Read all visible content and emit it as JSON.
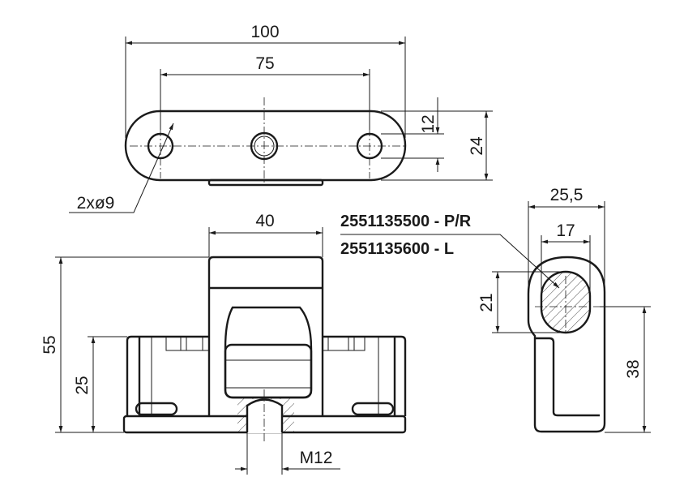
{
  "drawing": {
    "top_view": {
      "dim_overall_length": "100",
      "dim_hole_spacing": "75",
      "dim_slot_height": "12",
      "dim_width": "24",
      "hole_callout": "2xø9"
    },
    "front_view": {
      "dim_body_width": "40",
      "dim_height": "55",
      "dim_base_height": "25",
      "thread": "M12"
    },
    "side_view": {
      "dim_width": "25,5",
      "dim_bore": "17",
      "dim_bore_height": "21",
      "dim_axis_height": "38"
    },
    "part_numbers": [
      "2551135500 - P/R",
      "2551135600 - L"
    ],
    "line_color": "#1a1a1a"
  }
}
